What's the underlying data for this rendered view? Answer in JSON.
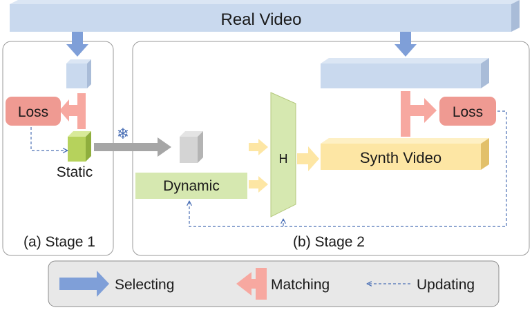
{
  "title_bar": {
    "label": "Real Video"
  },
  "stage1": {
    "caption": "(a) Stage 1",
    "loss_label": "Loss",
    "static_label": "Static",
    "frozen_symbol": "❄"
  },
  "stage2": {
    "caption": "(b) Stage 2",
    "dynamic_label": "Dynamic",
    "h_label": "H",
    "synth_label": "Synth Video",
    "loss_label": "Loss"
  },
  "legend": {
    "selecting": "Selecting",
    "matching": "Matching",
    "updating": "Updating"
  },
  "colors": {
    "real_video": "#c9d9ee",
    "select_arrow": "#7f9fd8",
    "match_arrow": "#f7a8a0",
    "loss": "#ef9a92",
    "static_cube": "#b6d25c",
    "dynamic": "#d6e8b0",
    "synth_video": "#fde6a4",
    "grey_arrow": "#a6a6a6",
    "update_line": "#4a6fb5",
    "legend_bg": "#e8e8e8"
  }
}
